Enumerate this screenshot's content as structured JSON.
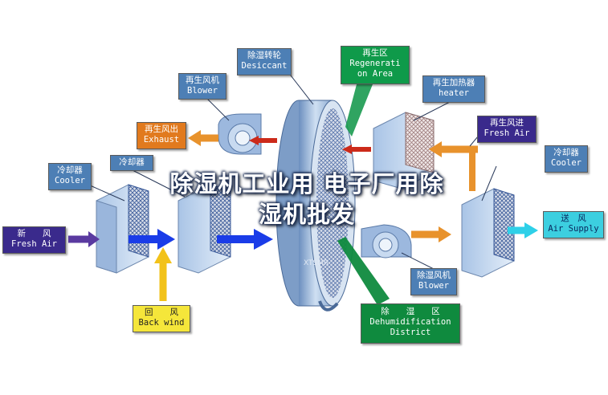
{
  "labels": {
    "desiccant": {
      "cn": "除湿转轮",
      "en": "Desiccant"
    },
    "regeneration": {
      "cn": "再生区",
      "en1": "Regenerati",
      "en2": "on Area"
    },
    "regen_blower": {
      "cn": "再生风机",
      "en": "Blower"
    },
    "regen_heater": {
      "cn": "再生加热器",
      "en": "heater"
    },
    "regen_exhaust": {
      "cn": "再生风出",
      "en": "Exhaust"
    },
    "regen_fresh_air": {
      "cn": "再生风进",
      "en": "Fresh Air"
    },
    "cooler_left": {
      "cn": "冷却器",
      "en": "Cooler"
    },
    "cooler_mid": {
      "cn": "冷却器"
    },
    "cooler_right": {
      "cn": "冷却器",
      "en": "Cooler"
    },
    "fresh_air": {
      "cn": "新　　风",
      "en": "Fresh Air"
    },
    "air_supply": {
      "cn": "送　风",
      "en": "Air Supply"
    },
    "back_wind": {
      "cn": "回　　风",
      "en": "Back wind"
    },
    "dehum_blower": {
      "cn": "除湿风机",
      "en": "Blower"
    },
    "dehum_district": {
      "cn": "除　　湿　　区",
      "en1": "Dehumidification",
      "en2": "District"
    }
  },
  "caption": {
    "line1": "除湿机工业用 电子厂用除",
    "line2": "湿机批发"
  },
  "colors": {
    "label_blue": "#4d7fb5",
    "arrow_red": "#cc2a1a",
    "arrow_orange": "#e8922c",
    "arrow_blue": "#1a3ce8",
    "arrow_yellow": "#f2c21a",
    "arrow_purple": "#5a3aa0",
    "arrow_cyan": "#2ed0e8",
    "green": "#0f8a3e"
  }
}
